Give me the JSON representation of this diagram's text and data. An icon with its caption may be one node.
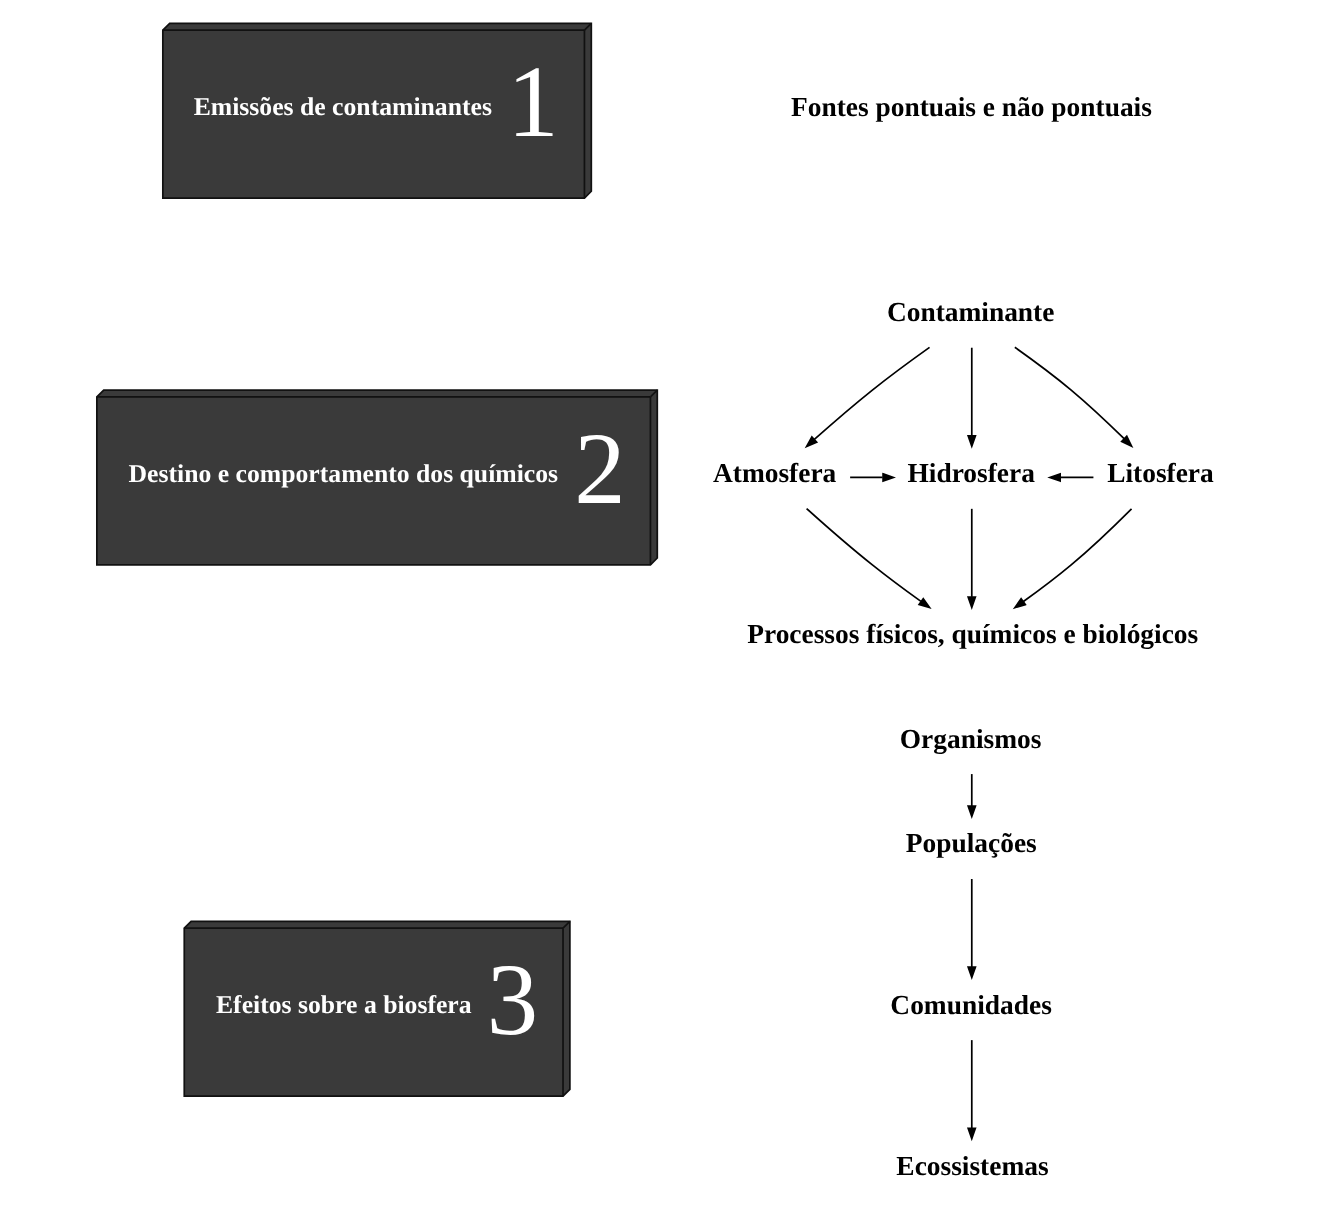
{
  "diagram": {
    "nodes": [
      {
        "text": [
          "Emissões de contaminantes",
          "1"
        ]
      },
      {
        "text": [
          "Destino e comportamento dos químicos",
          "2"
        ]
      },
      {
        "text": [
          "Efeitos sobre a biosfera",
          "3"
        ]
      },
      {
        "text": [
          "Contaminante"
        ]
      },
      {
        "text": [
          "Atmosfera"
        ]
      },
      {
        "text": [
          "Hidrosfera"
        ]
      },
      {
        "text": [
          "Litosfera"
        ]
      },
      {
        "text": [
          "Processos físicos, químicos e biológicos"
        ]
      },
      {
        "text": [
          "Organismos"
        ]
      },
      {
        "text": [
          "Populações"
        ]
      },
      {
        "text": [
          "Comunidades"
        ]
      },
      {
        "text": [
          "Ecossistemas"
        ]
      }
    ],
    "edges": [
      {
        "from": 3,
        "to": 4,
        "arrow": "to"
      },
      {
        "from": 3,
        "to": 5,
        "arrow": "to"
      },
      {
        "from": 3,
        "to": 6,
        "arrow": "to"
      },
      {
        "from": 4,
        "to": 5,
        "arrow": "to"
      },
      {
        "from": 6,
        "to": 5,
        "arrow": "to"
      },
      {
        "from": 4,
        "to": 7,
        "arrow": "to"
      },
      {
        "from": 5,
        "to": 7,
        "arrow": "to"
      },
      {
        "from": 6,
        "to": 7,
        "arrow": "to"
      },
      {
        "from": 8,
        "to": 9,
        "arrow": "to"
      },
      {
        "from": 9,
        "to": 10,
        "arrow": "to"
      },
      {
        "from": 10,
        "to": 11,
        "arrow": "to"
      }
    ],
    "labels": [
      "Fontes pontuais e não pontuais"
    ]
  }
}
